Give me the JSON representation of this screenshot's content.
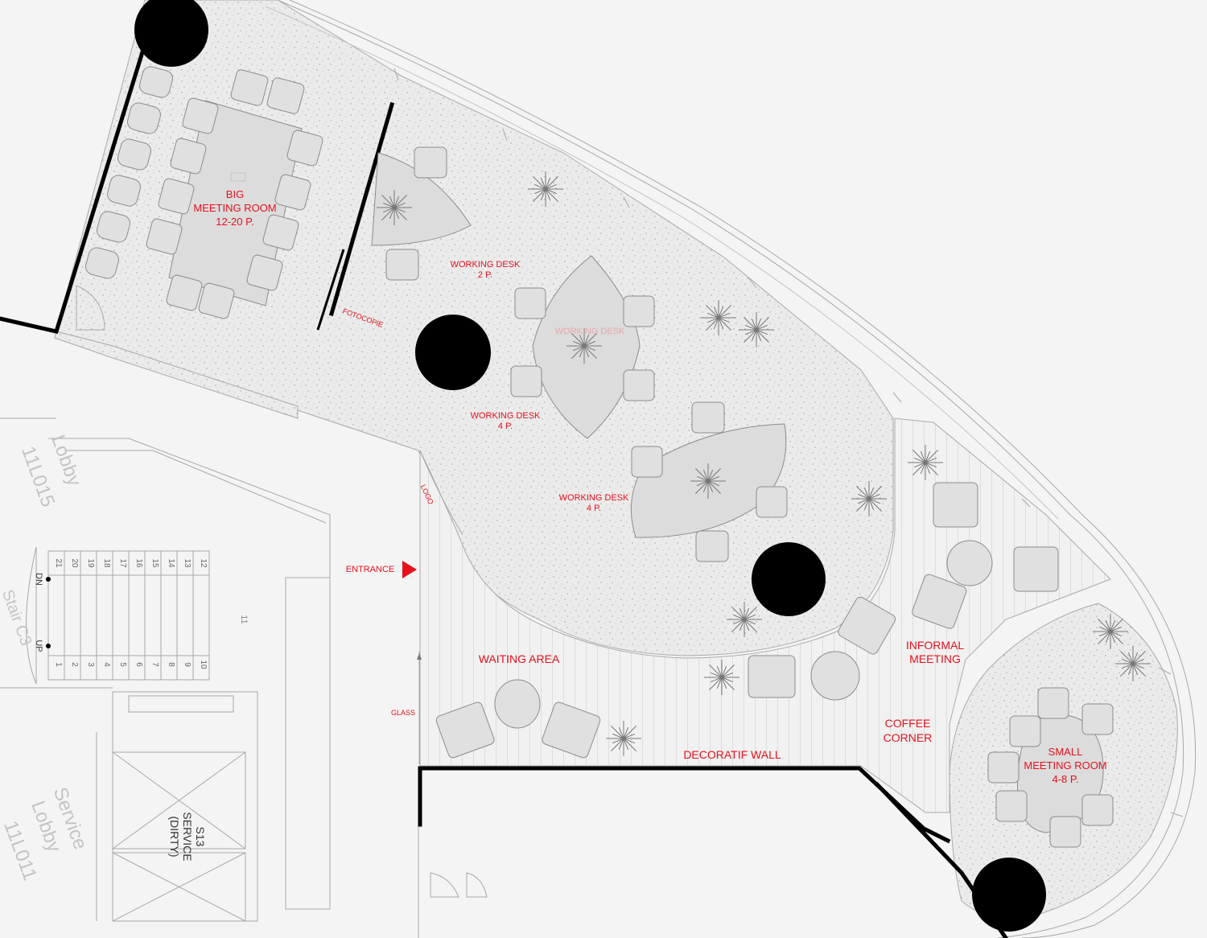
{
  "plan": {
    "rooms": {
      "big_meeting_room": [
        "BIG",
        "MEETING ROOM",
        "12-20 P."
      ],
      "small_meeting_room": [
        "SMALL",
        "MEETING ROOM",
        "4-8 P."
      ],
      "working_desk_2p": [
        "WORKING DESK",
        "2 P."
      ],
      "working_desk_4p_a": [
        "WORKING DESK",
        "4 P."
      ],
      "working_desk_4p_b": [
        "WORKING DESK",
        "4 P."
      ],
      "waiting_area": "WAITING AREA",
      "informal_meeting": [
        "INFORMAL",
        "MEETING"
      ],
      "coffee_corner": [
        "COFFEE",
        "CORNER"
      ],
      "decoratif_wall": "DECORATIF WALL"
    },
    "annotations": {
      "fotocopie": "FOTOCOPIE",
      "logo": "LOGO",
      "entrance": "ENTRANCE",
      "glass": "GLASS",
      "working_desk_faded": "WORKING DESK"
    },
    "core": {
      "lobby_label": "Lobby",
      "lobby_code": "11L015",
      "stair_label": "Stair C3",
      "stair_dn": "DN",
      "stair_up": "UP",
      "service_lobby_label": "Service",
      "service_lobby_label_2": "Lobby",
      "service_lobby_code": "11L011",
      "service_room": [
        "S13",
        "SERVICE",
        "(DIRTY)"
      ],
      "stair_numbers_top": [
        "21",
        "20",
        "19",
        "18",
        "17",
        "16",
        "15",
        "14",
        "13",
        "12"
      ],
      "stair_numbers_bottom": [
        "1",
        "2",
        "3",
        "4",
        "5",
        "6",
        "7",
        "8",
        "9",
        "10"
      ],
      "stair_11": "11"
    },
    "colors": {
      "label_red": "#e8101c",
      "background": "#f4f4f4",
      "wall": "#000000",
      "furniture": "#e0e0e0"
    }
  }
}
